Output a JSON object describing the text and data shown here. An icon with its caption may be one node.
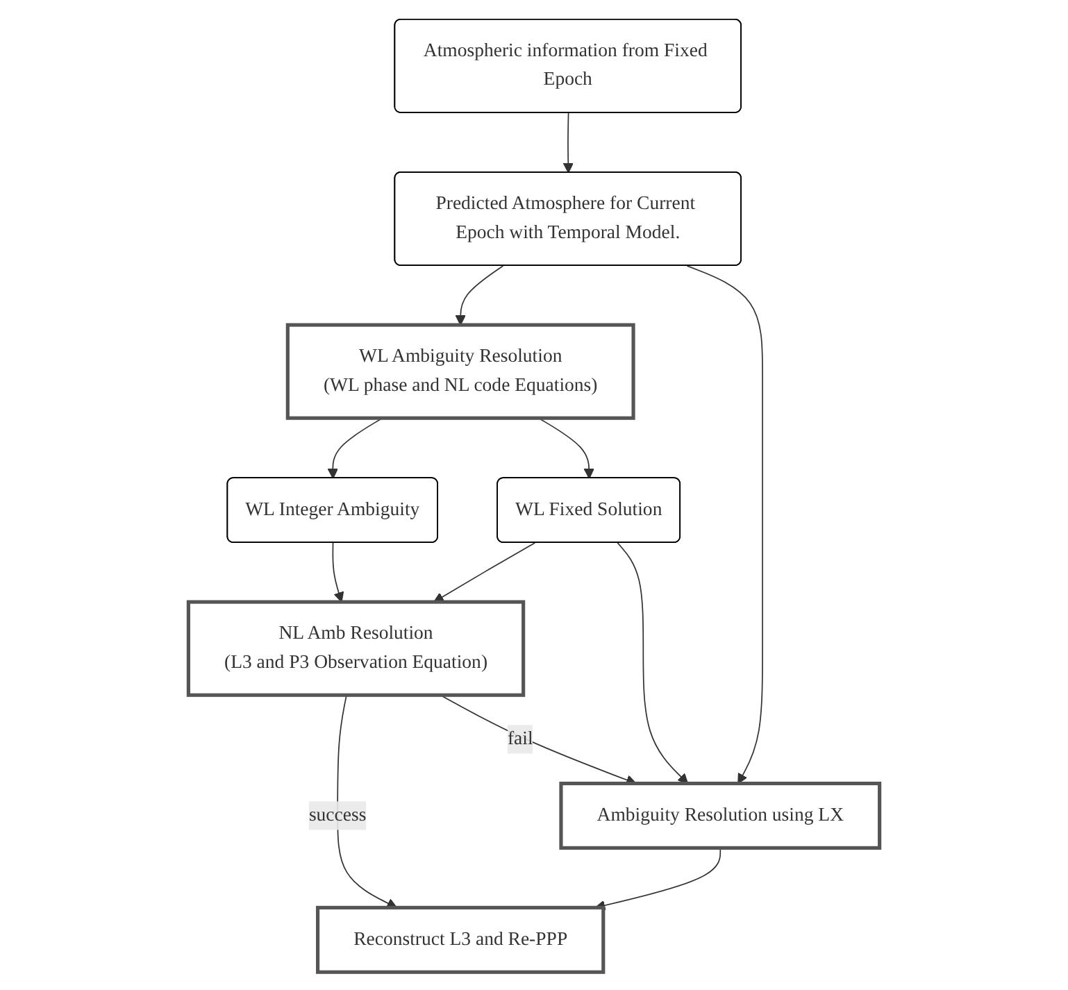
{
  "diagram": {
    "nodes": [
      {
        "text": [
          "Atmospheric information from Fixed Epoch"
        ]
      },
      {
        "text": [
          "Predicted Atmosphere for Current Epoch with Temporal Model."
        ]
      },
      {
        "text": [
          "WL Ambiguity Resolution",
          "(WL phase and NL code Equations)"
        ]
      },
      {
        "text": [
          "WL Integer Ambiguity"
        ]
      },
      {
        "text": [
          "WL Fixed Solution"
        ]
      },
      {
        "text": [
          "NL Amb Resolution",
          "(L3 and P3 Observation Equation)"
        ]
      },
      {
        "text": [
          "Reconstruct L3 and Re-PPP"
        ]
      },
      {
        "text": [
          "Ambiguity Resolution using LX"
        ]
      }
    ],
    "edges": [
      {
        "from": 0,
        "to": 1,
        "arrow": "to"
      },
      {
        "from": 1,
        "to": 2,
        "arrow": "to"
      },
      {
        "from": 2,
        "to": 3,
        "arrow": "to"
      },
      {
        "from": 2,
        "to": 4,
        "arrow": "to"
      },
      {
        "from": 3,
        "to": 5,
        "arrow": "to"
      },
      {
        "from": 4,
        "to": 5,
        "arrow": "to"
      },
      {
        "from": 5,
        "to": 6,
        "label": "success",
        "arrow": "to"
      },
      {
        "from": 5,
        "to": 7,
        "label": "fail",
        "arrow": "to"
      },
      {
        "from": 4,
        "to": 7,
        "arrow": "to"
      },
      {
        "from": 1,
        "to": 7,
        "arrow": "to"
      },
      {
        "from": 7,
        "to": 6,
        "arrow": "to"
      }
    ]
  }
}
